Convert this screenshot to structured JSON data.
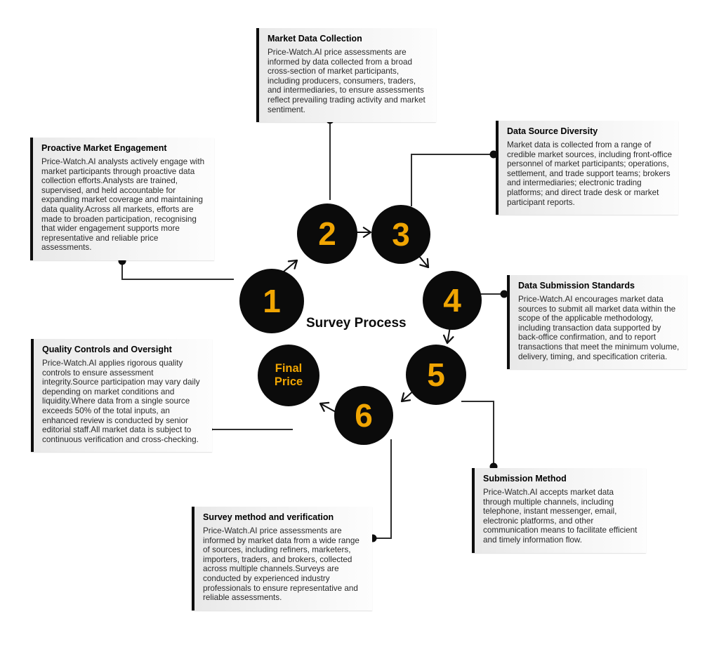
{
  "diagram": {
    "center_title": "Survey Process",
    "accent_color": "#F0A502",
    "circle_color": "#0B0B0B",
    "steps": [
      {
        "label": "1"
      },
      {
        "label": "2"
      },
      {
        "label": "3"
      },
      {
        "label": "4"
      },
      {
        "label": "5"
      },
      {
        "label": "6"
      },
      {
        "label": "Final Price"
      }
    ],
    "callouts": [
      {
        "title": "Market Data Collection",
        "body": "Price-Watch.AI price assessments are informed by data collected from a broad cross-section of market participants, including producers, consumers, traders, and intermediaries, to ensure assessments reflect prevailing trading activity and market sentiment."
      },
      {
        "title": "Data Source Diversity",
        "body": "Market data is collected from a range of credible market sources, including front-office personnel of market participants; operations, settlement, and trade support teams; brokers and intermediaries; electronic trading platforms; and direct trade desk or market participant reports."
      },
      {
        "title": "Proactive Market Engagement",
        "body": "Price-Watch.AI analysts actively engage with market participants through proactive data collection efforts.Analysts are trained, supervised, and held accountable for expanding market coverage and maintaining data quality.Across all markets, efforts are made to broaden participation, recognising that wider engagement supports more representative and reliable price assessments."
      },
      {
        "title": "Data Submission Standards",
        "body": "Price-Watch.AI encourages market data sources to submit all market data within the scope of the applicable methodology, including transaction data supported by back-office confirmation, and to report transactions that meet the minimum volume, delivery, timing, and specification criteria."
      },
      {
        "title": "Quality Controls and Oversight",
        "body": "Price-Watch.AI applies rigorous quality controls to ensure assessment integrity.Source participation may vary daily depending on market conditions and liquidity.Where data from a single source exceeds 50% of the total inputs, an enhanced review is conducted by senior editorial staff.All market data is subject to continuous verification and cross-checking."
      },
      {
        "title": "Submission Method",
        "body": "Price-Watch.AI accepts market data through multiple channels, including telephone, instant messenger, email, electronic platforms, and other communication means to facilitate efficient and timely information flow."
      },
      {
        "title": "Survey method and verification",
        "body": "Price-Watch.AI price assessments are informed by market data from a wide range of sources, including refiners, marketers, importers, traders, and brokers, collected across multiple channels.Surveys are conducted by experienced industry professionals to ensure representative and reliable assessments."
      }
    ]
  }
}
